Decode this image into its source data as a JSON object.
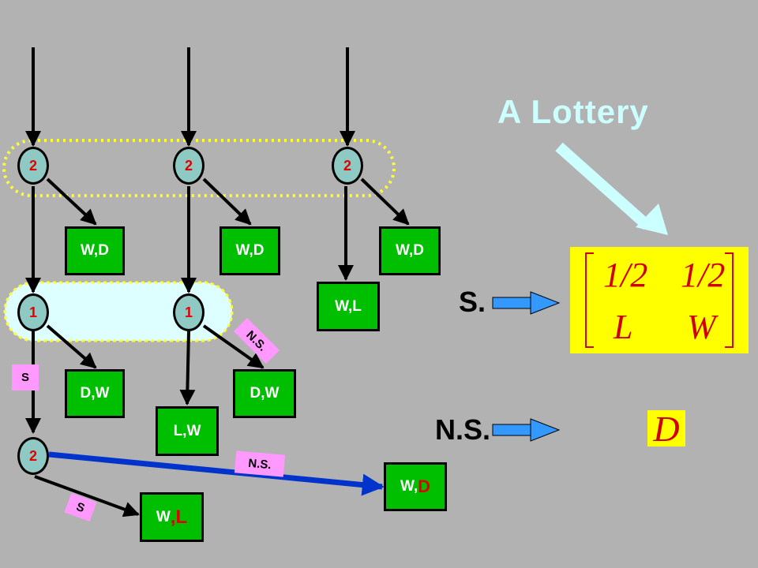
{
  "title": "A Lottery",
  "nodes": {
    "top": [
      "2",
      "2",
      "2"
    ],
    "middle": [
      "1",
      "1"
    ],
    "bottom": "2"
  },
  "outcomes": {
    "wd1": "W,D",
    "wd2": "W,D",
    "wd3": "W,D",
    "wl": "W,L",
    "dw1": "D,W",
    "lw": "L,W",
    "dw2": "D,W",
    "wD_prefix": "W,",
    "wD_red": "D",
    "wL_prefix": "W",
    "wL_red": ",L"
  },
  "edge_labels": {
    "s_left": "S",
    "ns_diag": "N.S.",
    "ns_blue": "N.S.",
    "s_bottom": "S"
  },
  "legend": {
    "s": "S.",
    "ns": "N.S."
  },
  "lottery": {
    "p1": "1/2",
    "p2": "1/2",
    "o1": "L",
    "o2": "W"
  },
  "deterministic": "D",
  "colors": {
    "background": "#b2b2b2",
    "node": "#8fc9c3",
    "box": "#00bf00",
    "highlight_yellow": "#ffff00",
    "highlight_cyan": "#ddffff",
    "blue_arrow": "#0033cc",
    "pink": "#ff99ff",
    "red": "#e00000"
  }
}
